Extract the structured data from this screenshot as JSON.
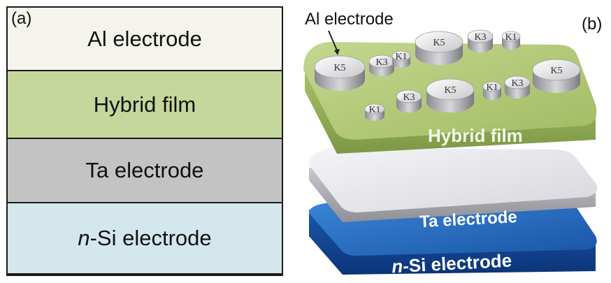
{
  "panel_a": {
    "label": "(a)",
    "layers": [
      {
        "name_prefix": "",
        "name": "Al electrode",
        "color": "#f4f3ec"
      },
      {
        "name_prefix": "",
        "name": "Hybrid film",
        "color": "#c5d79a"
      },
      {
        "name_prefix": "",
        "name": "Ta electrode",
        "color": "#c3c3c3"
      },
      {
        "name_prefix": "n",
        "name": "-Si electrode",
        "color": "#d3e7ec"
      }
    ]
  },
  "panel_b": {
    "label": "(b)",
    "top_label": "Al electrode",
    "layers": {
      "hybrid": "Hybrid film",
      "ta": "Ta  electrode",
      "si_prefix": "n",
      "si": "-Si electrode"
    },
    "electrodes": [
      "K5",
      "K3",
      "K1",
      "K5",
      "K3",
      "K1",
      "K1",
      "K3",
      "K5",
      "K1",
      "K3",
      "K5"
    ],
    "colors": {
      "hybrid": "#a9c26e",
      "hybrid_dark": "#86a250",
      "ta": "#e9e9ee",
      "ta_dark": "#a4a4ab",
      "si": "#1f5fb0",
      "si_dark": "#0f3f86"
    }
  }
}
